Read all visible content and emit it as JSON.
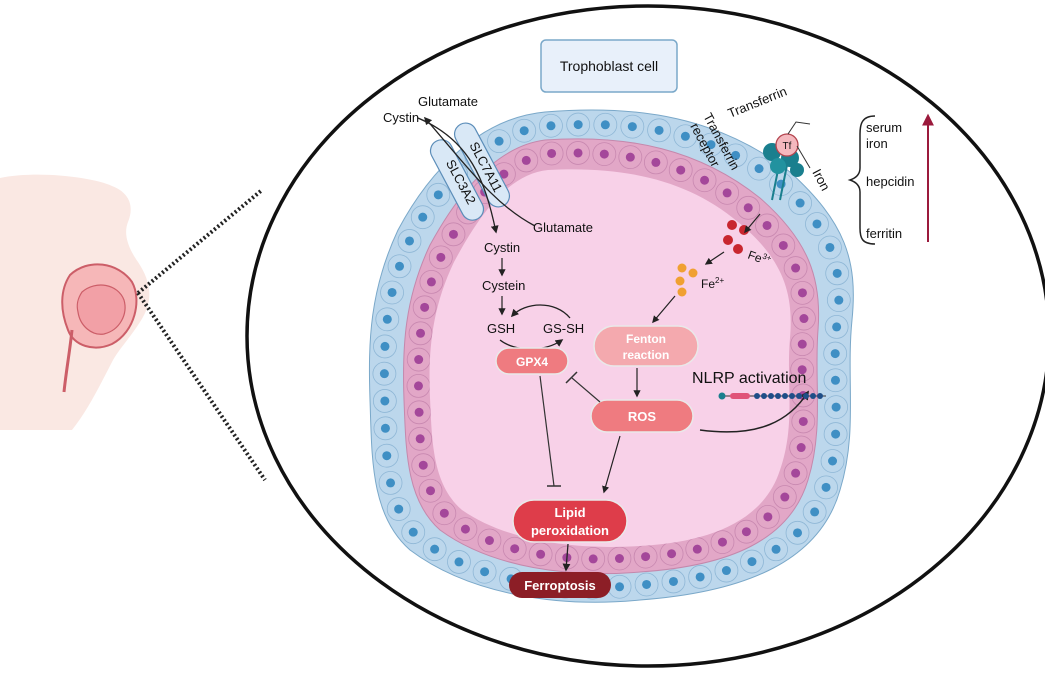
{
  "colors": {
    "outer_cell": "#bcd7ec",
    "outer_nucleus": "#3f8fc4",
    "inner_cell": "#e2a7c7",
    "inner_nucleus": "#a4479a",
    "cytoplasm": "#f8d1e8",
    "pale_box": "#f4a9ae",
    "ros_box": "#ef7b80",
    "lipid_box": "#de3d4a",
    "ferroptosis_box": "#8c1e26",
    "trend_arrow": "#9b1a3c",
    "iron_red": "#c8262f",
    "iron_orange": "#f0a032",
    "receptor": "#1a7f8e"
  },
  "title_box": {
    "label": "Trophoblast cell"
  },
  "transporters": {
    "slc7a11": "SLC7A11",
    "slc3a2": "SLC3A2"
  },
  "metabolites": {
    "glutamate_top": "Glutamate",
    "cystin_top": "Cystin",
    "glutamate_right": "Glutamate",
    "cystin_inside": "Cystin",
    "cystein": "Cystein",
    "gsh": "GSH",
    "gs_sh": "GS-SH"
  },
  "iron": {
    "transferrin": "Transferrin",
    "tf": "Tf",
    "receptor_line1": "Transferrin",
    "receptor_line2": "receptor",
    "iron": "Iron",
    "fe3_base": "Fe",
    "fe3_sup": "3+",
    "fe2_base": "Fe",
    "fe2_sup": "2+"
  },
  "markers": {
    "serum_line1": "serum",
    "serum_line2": "iron",
    "hepcidin": "hepcidin",
    "ferritin": "ferritin"
  },
  "boxes": {
    "gpx4": "GPX4",
    "fenton_line1": "Fenton",
    "fenton_line2": "reaction",
    "ros": "ROS",
    "lipid_line1": "Lipid",
    "lipid_line2": "peroxidation",
    "ferroptosis": "Ferroptosis"
  },
  "nlrp": {
    "label": "NLRP activation"
  }
}
